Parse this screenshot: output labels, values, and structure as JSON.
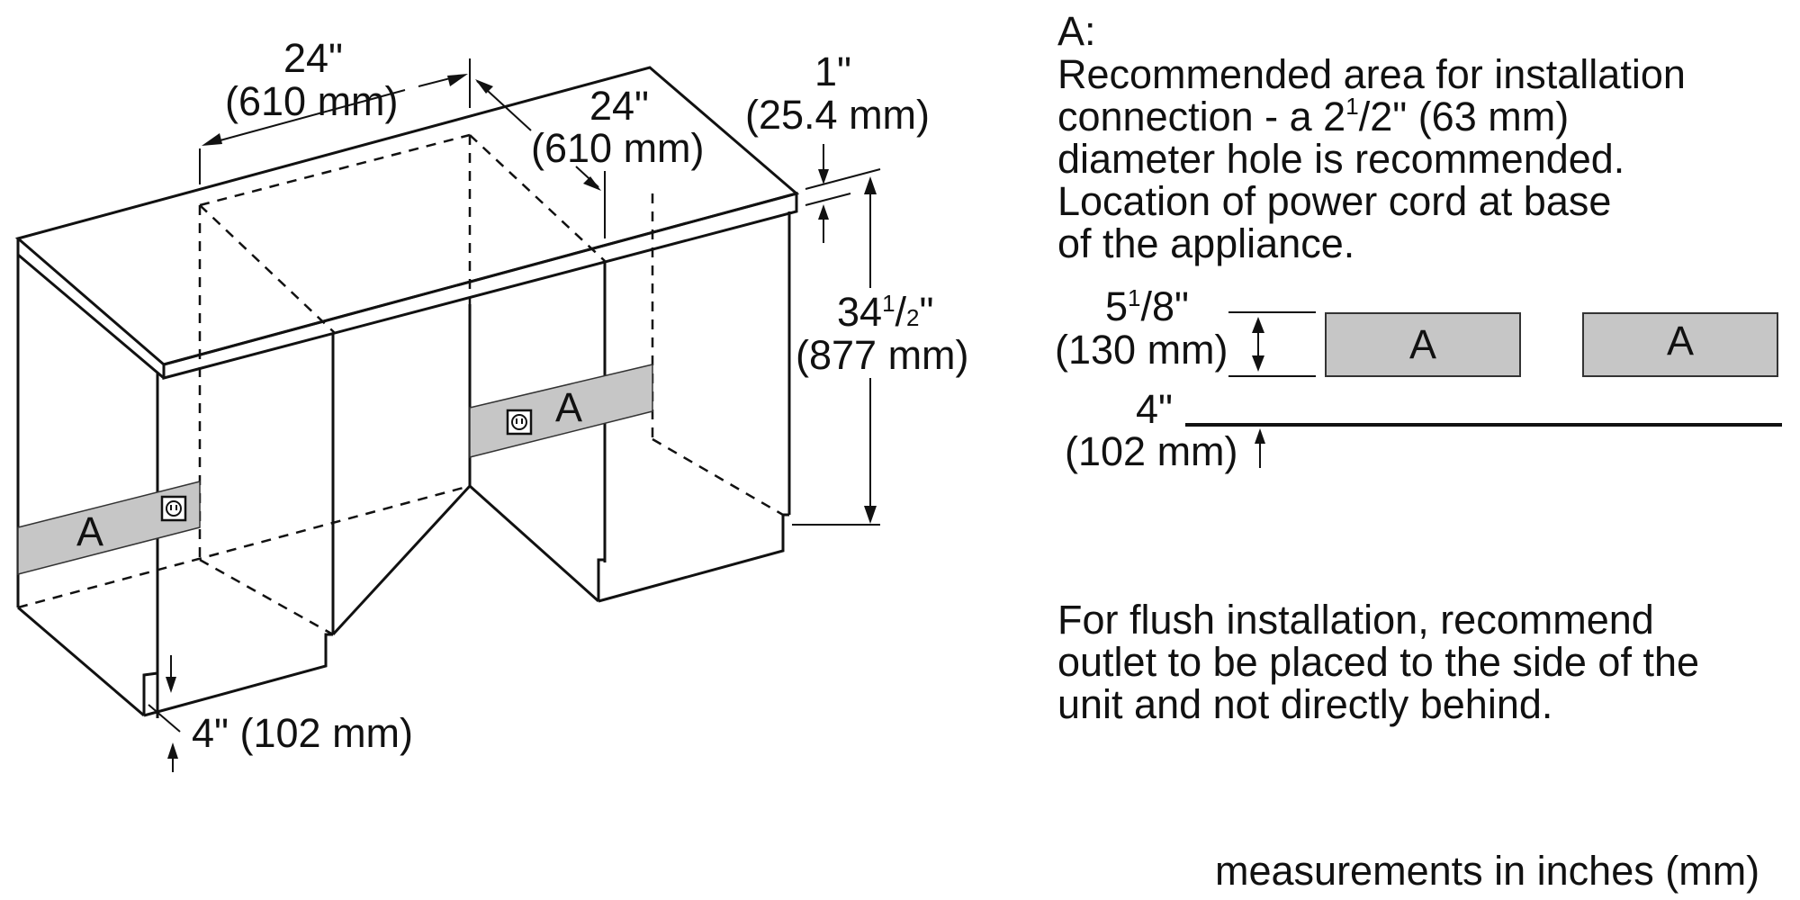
{
  "diagram": {
    "top_width": {
      "inch": "24\"",
      "mm": "(610 mm)"
    },
    "top_depth": {
      "inch": "24\"",
      "mm": "(610 mm)"
    },
    "countertop_thickness": {
      "inch": "1\"",
      "mm": "(25.4 mm)"
    },
    "cabinet_height": {
      "inch_whole": "34",
      "inch_num": "1",
      "inch_den": "2",
      "inch_mark": "\"",
      "mm": "(877 mm)"
    },
    "toe_kick": {
      "label": "4\" (102 mm)"
    },
    "area_marker": "A"
  },
  "legend": {
    "title": "A:",
    "line1": "Recommended area for installation",
    "line2_pre": "connection - a 2",
    "line2_num": "1",
    "line2_post": "/2\" (63 mm)",
    "line3": "diameter hole is recommended.",
    "line4": "Location of power cord at base",
    "line5": "of the appliance."
  },
  "detail": {
    "band_height_whole": "5",
    "band_height_num": "1",
    "band_height_den": "/8",
    "band_height_mark": "\"",
    "band_height_mm": "(130 mm)",
    "floor_offset_inch": "4\"",
    "floor_offset_mm": "(102 mm)",
    "box_left_label": "A",
    "box_right_label": "A"
  },
  "note": {
    "line1": "For flush installation, recommend",
    "line2": "outlet to be placed to the side of the",
    "line3": "unit and not directly behind."
  },
  "footer": {
    "units": "measurements in inches (mm)"
  }
}
